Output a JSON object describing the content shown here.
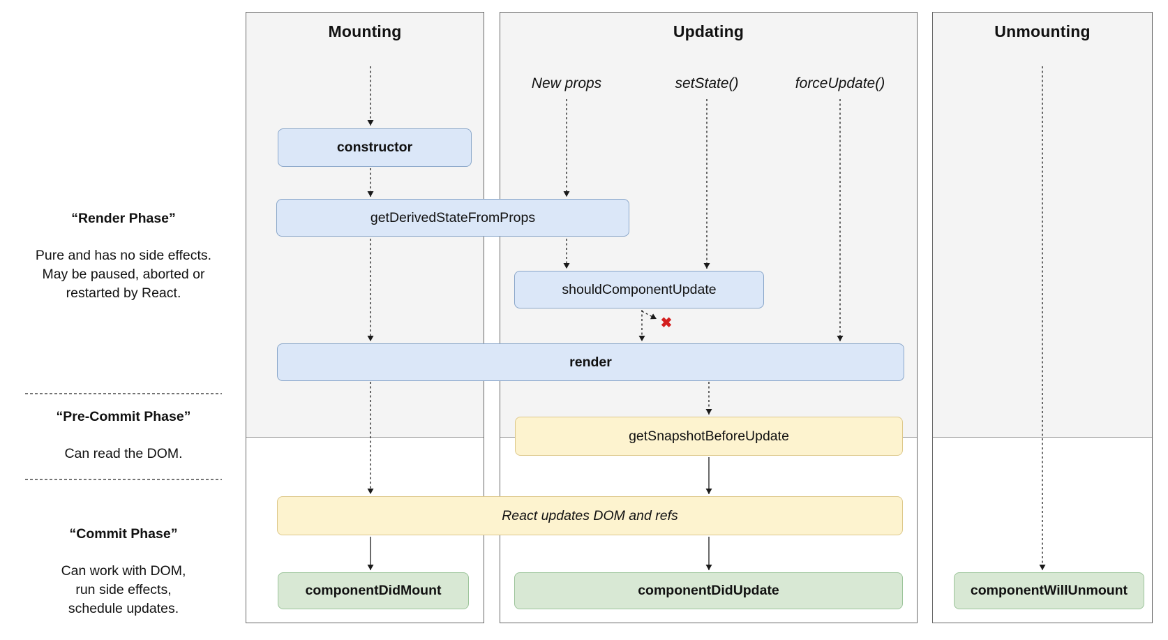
{
  "diagram": {
    "columns": [
      {
        "title": "Mounting"
      },
      {
        "title": "Updating"
      },
      {
        "title": "Unmounting"
      }
    ],
    "entries": {
      "new_props": "New props",
      "set_state": "setState()",
      "force_update": "forceUpdate()"
    },
    "boxes": {
      "ctor": "constructor",
      "get_derived_state_from_props": "getDerivedStateFromProps",
      "should_component_update": "shouldComponentUpdate",
      "render": "render",
      "get_snapshot_before_update": "getSnapshotBeforeUpdate",
      "react_updates_dom": "React updates DOM and refs",
      "component_did_mount": "componentDidMount",
      "component_did_update": "componentDidUpdate",
      "component_will_unmount": "componentWillUnmount"
    },
    "phases": [
      {
        "title": "“Render Phase”",
        "lines": [
          "Pure and has no side effects.",
          "May be paused, aborted or",
          "restarted by React."
        ]
      },
      {
        "title": "“Pre-Commit Phase”",
        "lines": [
          "Can read the DOM."
        ]
      },
      {
        "title": "“Commit Phase”",
        "lines": [
          "Can work with DOM,",
          "run side effects,",
          "schedule updates."
        ]
      }
    ],
    "halt_icon": "✖",
    "colors": {
      "box_blue_fill": "#dbe7f8",
      "box_blue_border": "#89a6c9",
      "box_yellow_fill": "#fdf3cf",
      "box_yellow_border": "#ddc88a",
      "box_green_fill": "#d8e8d4",
      "box_green_border": "#9cc49a",
      "column_bg": "#f4f4f4",
      "column_border": "#666666",
      "halt_red": "#d31f1f",
      "arrow_black": "#1a1a1a"
    }
  }
}
